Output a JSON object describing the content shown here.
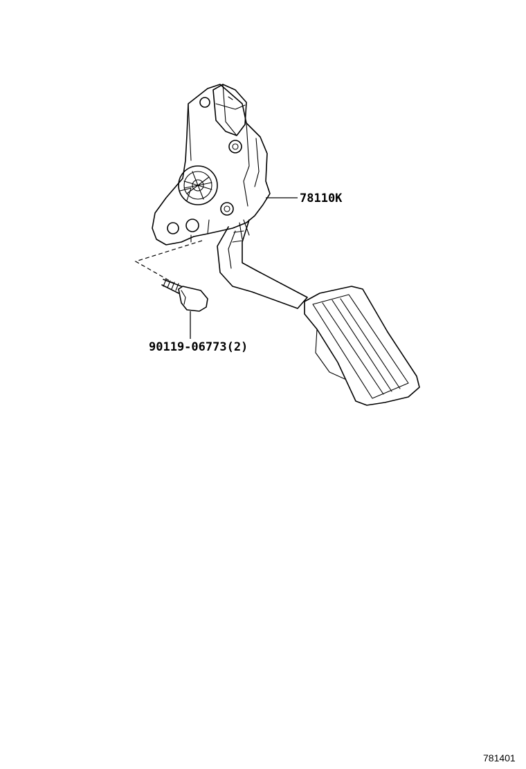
{
  "callouts": {
    "pedal_assembly": "78110K",
    "bolt": "90119-06773(2)"
  },
  "diagram_ref": "781401"
}
